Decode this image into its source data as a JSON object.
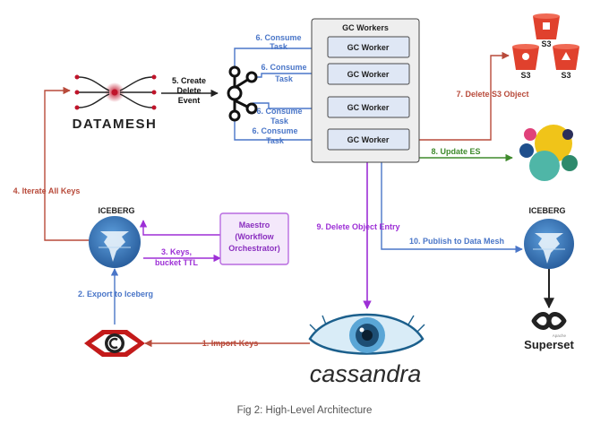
{
  "colors": {
    "blue": "#4a76c8",
    "red": "#b84a3a",
    "green": "#3f8a2c",
    "purple": "#9d2fd6",
    "worker_fill": "#dfe7f5",
    "iceberg": "#3b74b5",
    "s3": "#e0412d",
    "maestro_border": "#b86be0",
    "maestro_fill": "#f4e8fb",
    "maestro_text": "#8a2fbf"
  },
  "gc_workers": {
    "title": "GC Workers",
    "workers": [
      "GC Worker",
      "GC Worker",
      "GC Worker",
      "GC Worker"
    ]
  },
  "datamesh": {
    "logo_text": "DATAMESH"
  },
  "iceberg_left": {
    "title": "ICEBERG"
  },
  "iceberg_right": {
    "title": "ICEBERG"
  },
  "s3": {
    "labels": [
      "S3",
      "S3",
      "S3"
    ]
  },
  "maestro": {
    "lines": [
      "Maestro",
      "(Workflow",
      "Orchestrator)"
    ]
  },
  "cassandra": {
    "logo_text": "cassandra"
  },
  "superset": {
    "prefix": "Apache",
    "name": "Superset"
  },
  "edges": {
    "consume_1": [
      "6. Consume",
      "Task"
    ],
    "consume_2": [
      "6. Consume",
      "Task"
    ],
    "consume_3": [
      "6. Consume",
      "Task"
    ],
    "consume_4": [
      "6. Consume",
      "Task"
    ],
    "create_delete": [
      "5. Create",
      "Delete",
      "Event"
    ],
    "delete_s3": "7. Delete S3 Object",
    "update_es": "8. Update ES",
    "iterate_keys": "4. Iterate All Keys",
    "keys_ttl": [
      "3. Keys,",
      "bucket TTL"
    ],
    "export_iceberg": "2. Export to Iceberg",
    "import_keys": "1. Import-Keys",
    "delete_entry": "9. Delete Object Entry",
    "publish": "10. Publish to Data Mesh"
  },
  "caption": "Fig 2: High-Level Architecture"
}
